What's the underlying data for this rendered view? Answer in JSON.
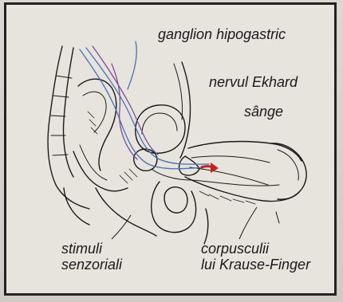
{
  "labels": {
    "ganglion": "ganglion hipogastric",
    "nervul": "nervul Ekhard",
    "sange": "sânge",
    "stimuli_line1": "stimuli",
    "stimuli_line2": "senzoriali",
    "corpusculii_line1": "corpusculii",
    "corpusculii_line2": "lui Krause-Finger"
  },
  "colors": {
    "ink": "#1a1a1a",
    "nerve_blue": "#4a6fb5",
    "nerve_purple": "#7a4f9a",
    "blood_red": "#c8201a",
    "frame": "#222222"
  }
}
